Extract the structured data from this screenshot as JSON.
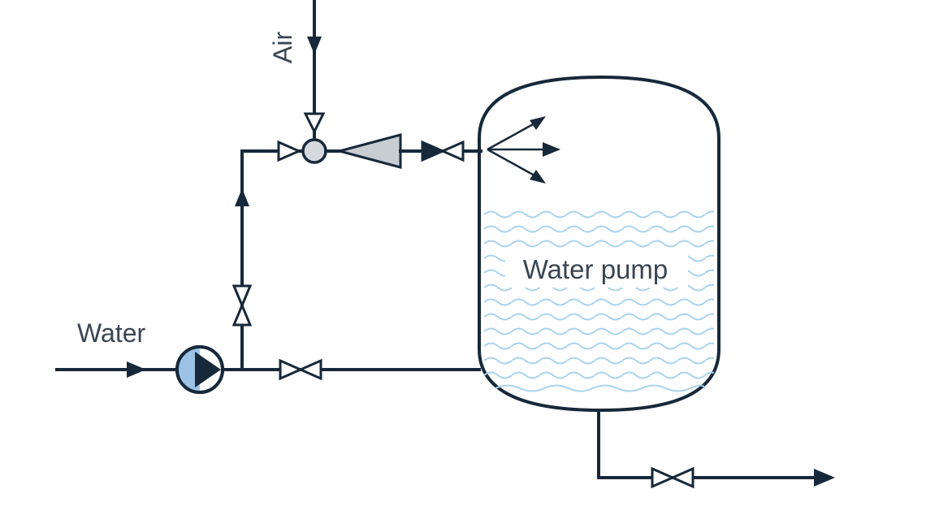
{
  "labels": {
    "air": "Air",
    "water": "Water",
    "tank": "Water pump"
  },
  "colors": {
    "line": "#17283a",
    "text": "#3a4552",
    "water_wave": "#a9d2ec",
    "pump_fill": "#9cc3e6",
    "venturi_fill": "#c8cdd2"
  },
  "icons": {
    "pump": "centrifugal-pump-icon",
    "valve": "gate-valve-icon",
    "mixer": "air-injector-icon",
    "venturi": "venturi-nozzle-icon"
  }
}
